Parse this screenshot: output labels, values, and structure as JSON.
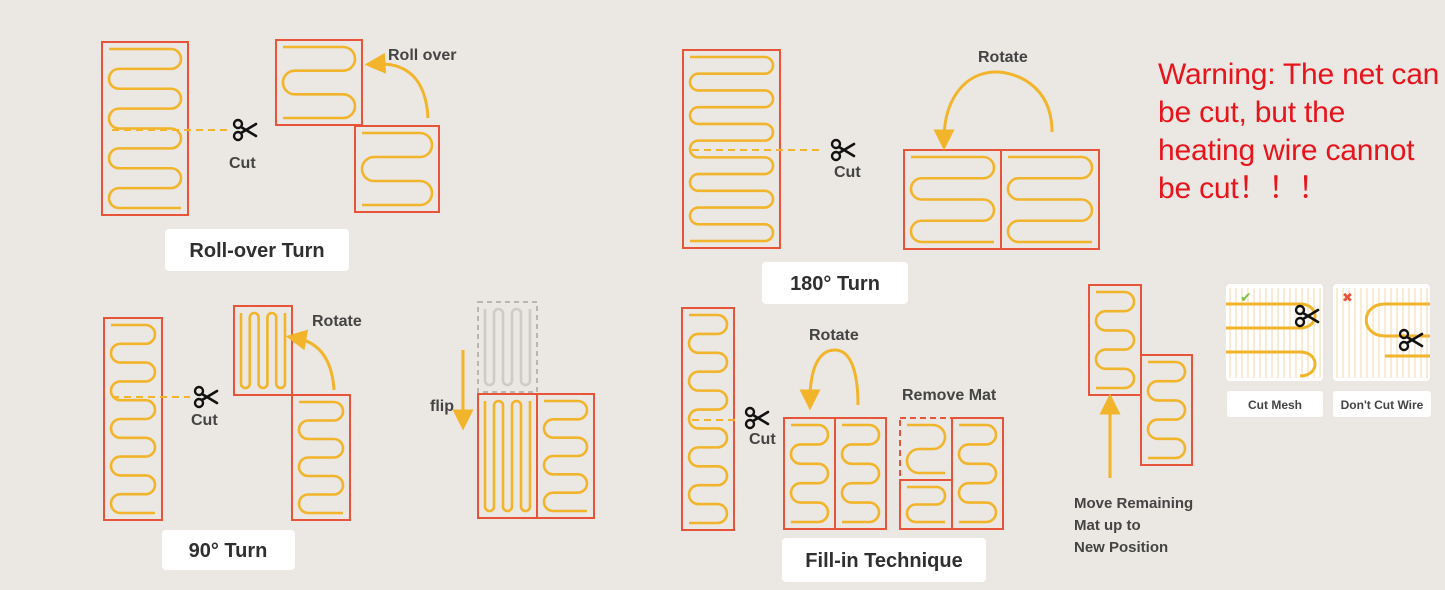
{
  "warning": "Warning: The net can be cut, but the heating wire cannot be cut！！！",
  "labels": {
    "roll_over": "Roll over",
    "rotate": "Rotate",
    "cut": "Cut",
    "flip": "flip",
    "remove_mat": "Remove Mat",
    "move_line1": "Move Remaining",
    "move_line2": "Mat up to",
    "move_line3": "New Position",
    "cut_mesh": "Cut Mesh",
    "dont_cut_wire": "Don't Cut Wire"
  },
  "badges": {
    "roll_over_turn": "Roll-over Turn",
    "turn_180": "180° Turn",
    "turn_90": "90° Turn",
    "fill_in": "Fill-in Technique"
  },
  "marks": {
    "check": "✔",
    "cross": "✖"
  },
  "icons": {
    "scissors": "scissors-icon",
    "arrow": "arrow-icon"
  },
  "colors": {
    "background": "#ebe7e2",
    "wire": "#f2b42a",
    "mat_border": "#e8543a",
    "warning": "#e8141c",
    "check": "#7cc242",
    "cross": "#e8543a"
  }
}
